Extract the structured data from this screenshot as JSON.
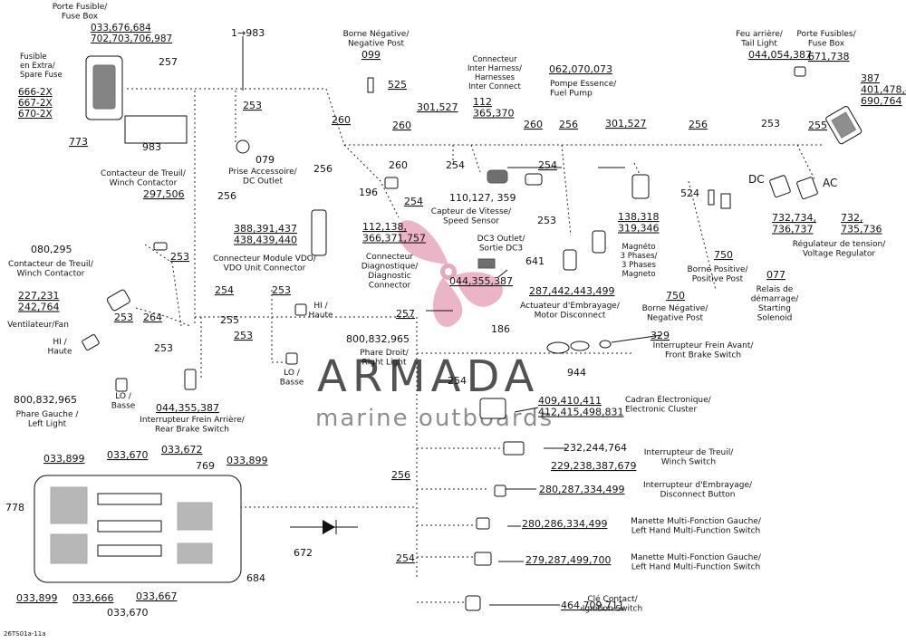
{
  "watermark": {
    "title": "ARMADA",
    "subtitle": "marine outboards",
    "accent": "#e8a7bd"
  },
  "ref_code": "26TS01a-11a",
  "labels": [
    {
      "id": "porte-fusible-top",
      "lines": [
        "Porte Fusible/",
        "Fuse Box"
      ]
    },
    {
      "id": "fuse-box-nums",
      "lines": [
        "033,676,684",
        "702,703,706,987"
      ]
    },
    {
      "id": "fusible-extra",
      "lines": [
        "Fusible",
        "en Extra/",
        "Spare Fuse"
      ]
    },
    {
      "id": "spare-fuse-nums",
      "lines": [
        "666-2X",
        "667-2X",
        "670-2X"
      ]
    },
    {
      "id": "n773",
      "lines": [
        "773"
      ]
    },
    {
      "id": "n983-top",
      "lines": [
        "1→983"
      ]
    },
    {
      "id": "n983-box",
      "lines": [
        "983"
      ]
    },
    {
      "id": "n257-top",
      "lines": [
        "257"
      ]
    },
    {
      "id": "borne-negative-top",
      "lines": [
        "Borne Négative/",
        "Negative Post"
      ]
    },
    {
      "id": "n099",
      "lines": [
        "099"
      ]
    },
    {
      "id": "n525",
      "lines": [
        "525"
      ]
    },
    {
      "id": "connecteur-inter",
      "lines": [
        "Connecteur",
        "Inter Harness/",
        "Harnesses",
        "Inter Connect"
      ]
    },
    {
      "id": "n112-365",
      "lines": [
        "112",
        "365,370"
      ]
    },
    {
      "id": "pompe-nums",
      "lines": [
        "062,070,073"
      ]
    },
    {
      "id": "pompe",
      "lines": [
        "Pompe Essence/",
        "Fuel Pump"
      ]
    },
    {
      "id": "feu-arriere",
      "lines": [
        "Feu arrière/",
        "Tail Light"
      ]
    },
    {
      "id": "feu-nums",
      "lines": [
        "044,054,387"
      ]
    },
    {
      "id": "porte-fusibles-right",
      "lines": [
        "Porte Fusibles/",
        "Fuse Box"
      ]
    },
    {
      "id": "n671-738",
      "lines": [
        "671,738"
      ]
    },
    {
      "id": "right-box-nums",
      "lines": [
        "387",
        "401,478,479",
        "690,764"
      ]
    },
    {
      "id": "n253-a",
      "lines": [
        "253"
      ]
    },
    {
      "id": "n079",
      "lines": [
        "079"
      ]
    },
    {
      "id": "prise-accessoire",
      "lines": [
        "Prise Accessoire/",
        "DC Outlet"
      ]
    },
    {
      "id": "n260-a",
      "lines": [
        "260"
      ]
    },
    {
      "id": "n260-b",
      "lines": [
        "260"
      ]
    },
    {
      "id": "n260-c",
      "lines": [
        "260"
      ]
    },
    {
      "id": "n301-a",
      "lines": [
        "301,527"
      ]
    },
    {
      "id": "n260-d",
      "lines": [
        "260"
      ]
    },
    {
      "id": "n256-a",
      "lines": [
        "256"
      ]
    },
    {
      "id": "n301-b",
      "lines": [
        "301,527"
      ]
    },
    {
      "id": "n256-b",
      "lines": [
        "256"
      ]
    },
    {
      "id": "n253-b",
      "lines": [
        "253"
      ]
    },
    {
      "id": "n255-a",
      "lines": [
        "255"
      ]
    },
    {
      "id": "contacteur-treuil",
      "lines": [
        "Contacteur de Treuil/",
        "Winch Contactor"
      ]
    },
    {
      "id": "n297",
      "lines": [
        "297,506"
      ]
    },
    {
      "id": "n256-c",
      "lines": [
        "256"
      ]
    },
    {
      "id": "n256-d",
      "lines": [
        "256"
      ]
    },
    {
      "id": "n196",
      "lines": [
        "196"
      ]
    },
    {
      "id": "n254-a",
      "lines": [
        "254"
      ]
    },
    {
      "id": "n254-b",
      "lines": [
        "254"
      ]
    },
    {
      "id": "n254-c",
      "lines": [
        "254"
      ]
    },
    {
      "id": "n253-c",
      "lines": [
        "253"
      ]
    },
    {
      "id": "n110",
      "lines": [
        "110,127, 359"
      ]
    },
    {
      "id": "capteur-vitesse",
      "lines": [
        "Capteur de Vitesse/",
        "Speed Sensor"
      ]
    },
    {
      "id": "dc-label",
      "lines": [
        "DC"
      ]
    },
    {
      "id": "ac-label",
      "lines": [
        "AC"
      ]
    },
    {
      "id": "n524",
      "lines": [
        "524"
      ]
    },
    {
      "id": "n732-a",
      "lines": [
        "732,734,",
        "736,737"
      ]
    },
    {
      "id": "n732-b",
      "lines": [
        "732,",
        "735,736"
      ]
    },
    {
      "id": "regulateur",
      "lines": [
        "Régulateur de tension/",
        "Voltage Regulator"
      ]
    },
    {
      "id": "n388",
      "lines": [
        "388,391,437",
        "438,439,440"
      ]
    },
    {
      "id": "connecteur-vdo",
      "lines": [
        "Connecteur Module VDO/",
        "VDO Unit Connector"
      ]
    },
    {
      "id": "n112-757",
      "lines": [
        "112,138,",
        "366,371,757"
      ]
    },
    {
      "id": "connecteur-diag",
      "lines": [
        "Connecteur",
        "Diagnostique/",
        "Diagnostic",
        "Connector"
      ]
    },
    {
      "id": "dc-outlet",
      "lines": [
        "DC3 Outlet/",
        "Sortie DC3"
      ]
    },
    {
      "id": "n641",
      "lines": [
        "641"
      ]
    },
    {
      "id": "n044-355",
      "lines": [
        "044,355,387"
      ]
    },
    {
      "id": "n138-346",
      "lines": [
        "138,318",
        "319,346"
      ]
    },
    {
      "id": "magneto",
      "lines": [
        "Magnéto",
        "3 Phases/",
        "3 Phases",
        "Magneto"
      ]
    },
    {
      "id": "n750-a",
      "lines": [
        "750"
      ]
    },
    {
      "id": "borne-positive",
      "lines": [
        "Borne Positive/",
        "Positive Post"
      ]
    },
    {
      "id": "n077",
      "lines": [
        "077"
      ]
    },
    {
      "id": "relais",
      "lines": [
        "Relais de",
        "démarrage/",
        "Starting",
        "Solenoid"
      ]
    },
    {
      "id": "n080-295",
      "lines": [
        "080,295"
      ]
    },
    {
      "id": "contacteur-treuil-2",
      "lines": [
        "Contacteur de Treuil/",
        "Winch Contactor"
      ]
    },
    {
      "id": "n253-d",
      "lines": [
        "253"
      ]
    },
    {
      "id": "n227",
      "lines": [
        "227,231",
        "242,764"
      ]
    },
    {
      "id": "ventilateur",
      "lines": [
        "Ventilateur/Fan"
      ]
    },
    {
      "id": "n254-d",
      "lines": [
        "254"
      ]
    },
    {
      "id": "n253-e",
      "lines": [
        "253"
      ]
    },
    {
      "id": "n253-f",
      "lines": [
        "253"
      ]
    },
    {
      "id": "n264",
      "lines": [
        "264"
      ]
    },
    {
      "id": "n255-b",
      "lines": [
        "255"
      ]
    },
    {
      "id": "n253-g",
      "lines": [
        "253"
      ]
    },
    {
      "id": "hi-haute-a",
      "lines": [
        "HI /",
        "Haute"
      ]
    },
    {
      "id": "hi-haute-b",
      "lines": [
        "HI /",
        "Haute"
      ]
    },
    {
      "id": "n287-499",
      "lines": [
        "287,442,443,499"
      ]
    },
    {
      "id": "actuateur",
      "lines": [
        "Actuateur d'Embrayage/",
        "Motor Disconnect"
      ]
    },
    {
      "id": "n750-b",
      "lines": [
        "750"
      ]
    },
    {
      "id": "borne-negative-mid",
      "lines": [
        "Borne Négative/",
        "Negative Post"
      ]
    },
    {
      "id": "n257-b",
      "lines": [
        "257"
      ]
    },
    {
      "id": "n186",
      "lines": [
        "186"
      ]
    },
    {
      "id": "n329",
      "lines": [
        "329"
      ]
    },
    {
      "id": "interrupteur-frein-avant",
      "lines": [
        "Interrupteur Frein Avant/",
        "Front Brake Switch"
      ]
    },
    {
      "id": "n944",
      "lines": [
        "944"
      ]
    },
    {
      "id": "n253-h",
      "lines": [
        "253"
      ]
    },
    {
      "id": "phare-droit",
      "lines": [
        "Phare Droit/",
        "Right Light"
      ]
    },
    {
      "id": "n800-a",
      "lines": [
        "800,832,965"
      ]
    },
    {
      "id": "lo-basse-a",
      "lines": [
        "LO /",
        "Basse"
      ]
    },
    {
      "id": "lo-basse-b",
      "lines": [
        "LO /",
        "Basse"
      ]
    },
    {
      "id": "n800-b",
      "lines": [
        "800,832,965"
      ]
    },
    {
      "id": "phare-gauche",
      "lines": [
        "Phare Gauche /",
        "Left Light"
      ]
    },
    {
      "id": "n044-355-b",
      "lines": [
        "044,355,387"
      ]
    },
    {
      "id": "interrupteur-frein-arriere",
      "lines": [
        "Interrupteur Frein Arrière/",
        "Rear Brake Switch"
      ]
    },
    {
      "id": "n254-e",
      "lines": [
        "254"
      ]
    },
    {
      "id": "n409",
      "lines": [
        "409,410,411",
        "412,415,498,831"
      ]
    },
    {
      "id": "cadran",
      "lines": [
        "Cadran Électronique/",
        "Electronic Cluster"
      ]
    },
    {
      "id": "n232",
      "lines": [
        "232,244,764"
      ]
    },
    {
      "id": "interrupteur-treuil",
      "lines": [
        "Interrupteur de Treuil/",
        "Winch Switch"
      ]
    },
    {
      "id": "n229",
      "lines": [
        "229,238,387,679"
      ]
    },
    {
      "id": "n256-e",
      "lines": [
        "256"
      ]
    },
    {
      "id": "n280-499",
      "lines": [
        "280,287,334,499"
      ]
    },
    {
      "id": "interrupteur-embrayage",
      "lines": [
        "Interrupteur d'Embrayage/",
        "Disconnect Button"
      ]
    },
    {
      "id": "n280-334",
      "lines": [
        "280,286,334,499"
      ]
    },
    {
      "id": "manette-gauche-a",
      "lines": [
        "Manette Multi-Fonction Gauche/",
        "Left Hand Multi-Function Switch"
      ]
    },
    {
      "id": "n254-f",
      "lines": [
        "254"
      ]
    },
    {
      "id": "n279",
      "lines": [
        "279,287,499,700"
      ]
    },
    {
      "id": "manette-gauche-b",
      "lines": [
        "Manette Multi-Fonction Gauche/",
        "Left Hand Multi-Function Switch"
      ]
    },
    {
      "id": "n464",
      "lines": [
        "464,709,711"
      ]
    },
    {
      "id": "cle-contact",
      "lines": [
        "Clé Contact/",
        "Ignition Switch"
      ]
    },
    {
      "id": "n033-899-a",
      "lines": [
        "033,899"
      ]
    },
    {
      "id": "n033-670-a",
      "lines": [
        "033,670"
      ]
    },
    {
      "id": "n033-672",
      "lines": [
        "033,672"
      ]
    },
    {
      "id": "n769",
      "lines": [
        "769"
      ]
    },
    {
      "id": "n033-899-b",
      "lines": [
        "033,899"
      ]
    },
    {
      "id": "n778",
      "lines": [
        "778"
      ]
    },
    {
      "id": "n672",
      "lines": [
        "672"
      ]
    },
    {
      "id": "n684",
      "lines": [
        "684"
      ]
    },
    {
      "id": "n033-899-c",
      "lines": [
        "033,899"
      ]
    },
    {
      "id": "n033-666",
      "lines": [
        "033,666"
      ]
    },
    {
      "id": "n033-667",
      "lines": [
        "033,667"
      ]
    },
    {
      "id": "n033-670-b",
      "lines": [
        "033,670"
      ]
    }
  ]
}
